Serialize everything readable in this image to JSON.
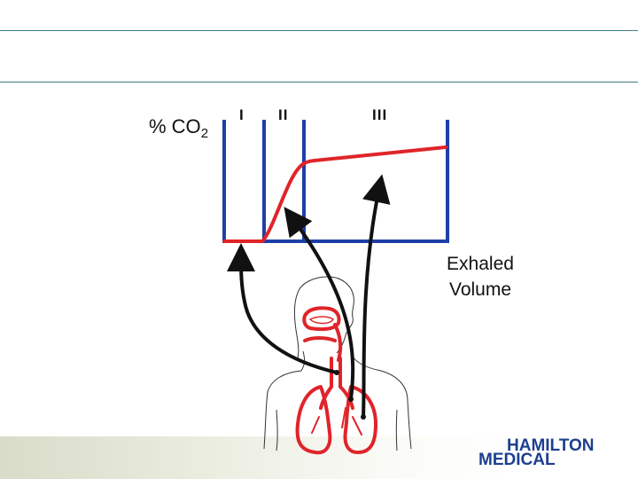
{
  "diagram": {
    "y_axis_label": "% CO",
    "y_axis_subscript": "2",
    "phase_labels": [
      "I",
      "II",
      "III"
    ],
    "x_axis_label_line1": "Exhaled",
    "x_axis_label_line2": "Volume"
  },
  "logo": {
    "line1": "HAMILTON",
    "line2": "MEDICAL"
  },
  "colors": {
    "rule_lines": "#3f7f8a",
    "phase_dividers": "#1f3fa8",
    "capnogram_curve": "#e0242a",
    "arrows": "#111111",
    "airway": "#e0242a",
    "logo": "#1d3f8f"
  },
  "icons": [
    "person-airway-icon",
    "arrow-icon"
  ]
}
